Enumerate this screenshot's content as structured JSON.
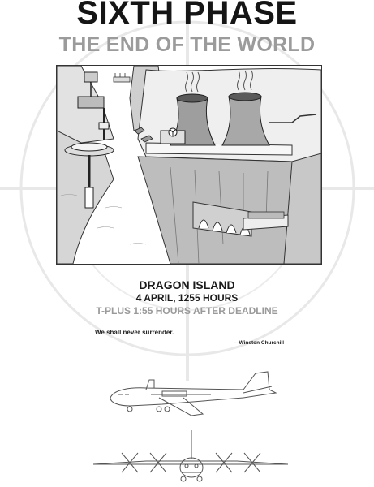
{
  "header": {
    "title": "SIXTH PHASE",
    "subtitle": "THE END OF THE WORLD"
  },
  "illustration": {
    "icons": [
      "island-fortress-illustration",
      "cooling-tower-icon",
      "radiation-symbol-icon",
      "bridge-icon",
      "tower-structure-icon"
    ]
  },
  "caption": {
    "location": "DRAGON ISLAND",
    "datetime": "4 APRIL, 1255 HOURS",
    "tplus": "T-PLUS 1:55 HOURS AFTER DEADLINE"
  },
  "epigraph": {
    "quote": "We shall never surrender.",
    "attribution": "—Winston Churchill"
  },
  "aircraft": {
    "icons": [
      "cargo-plane-side-icon",
      "cargo-plane-front-icon"
    ]
  },
  "colors": {
    "ink": "#151515",
    "gray": "#9b9b9b",
    "crosshair": "#e9e9e9"
  }
}
